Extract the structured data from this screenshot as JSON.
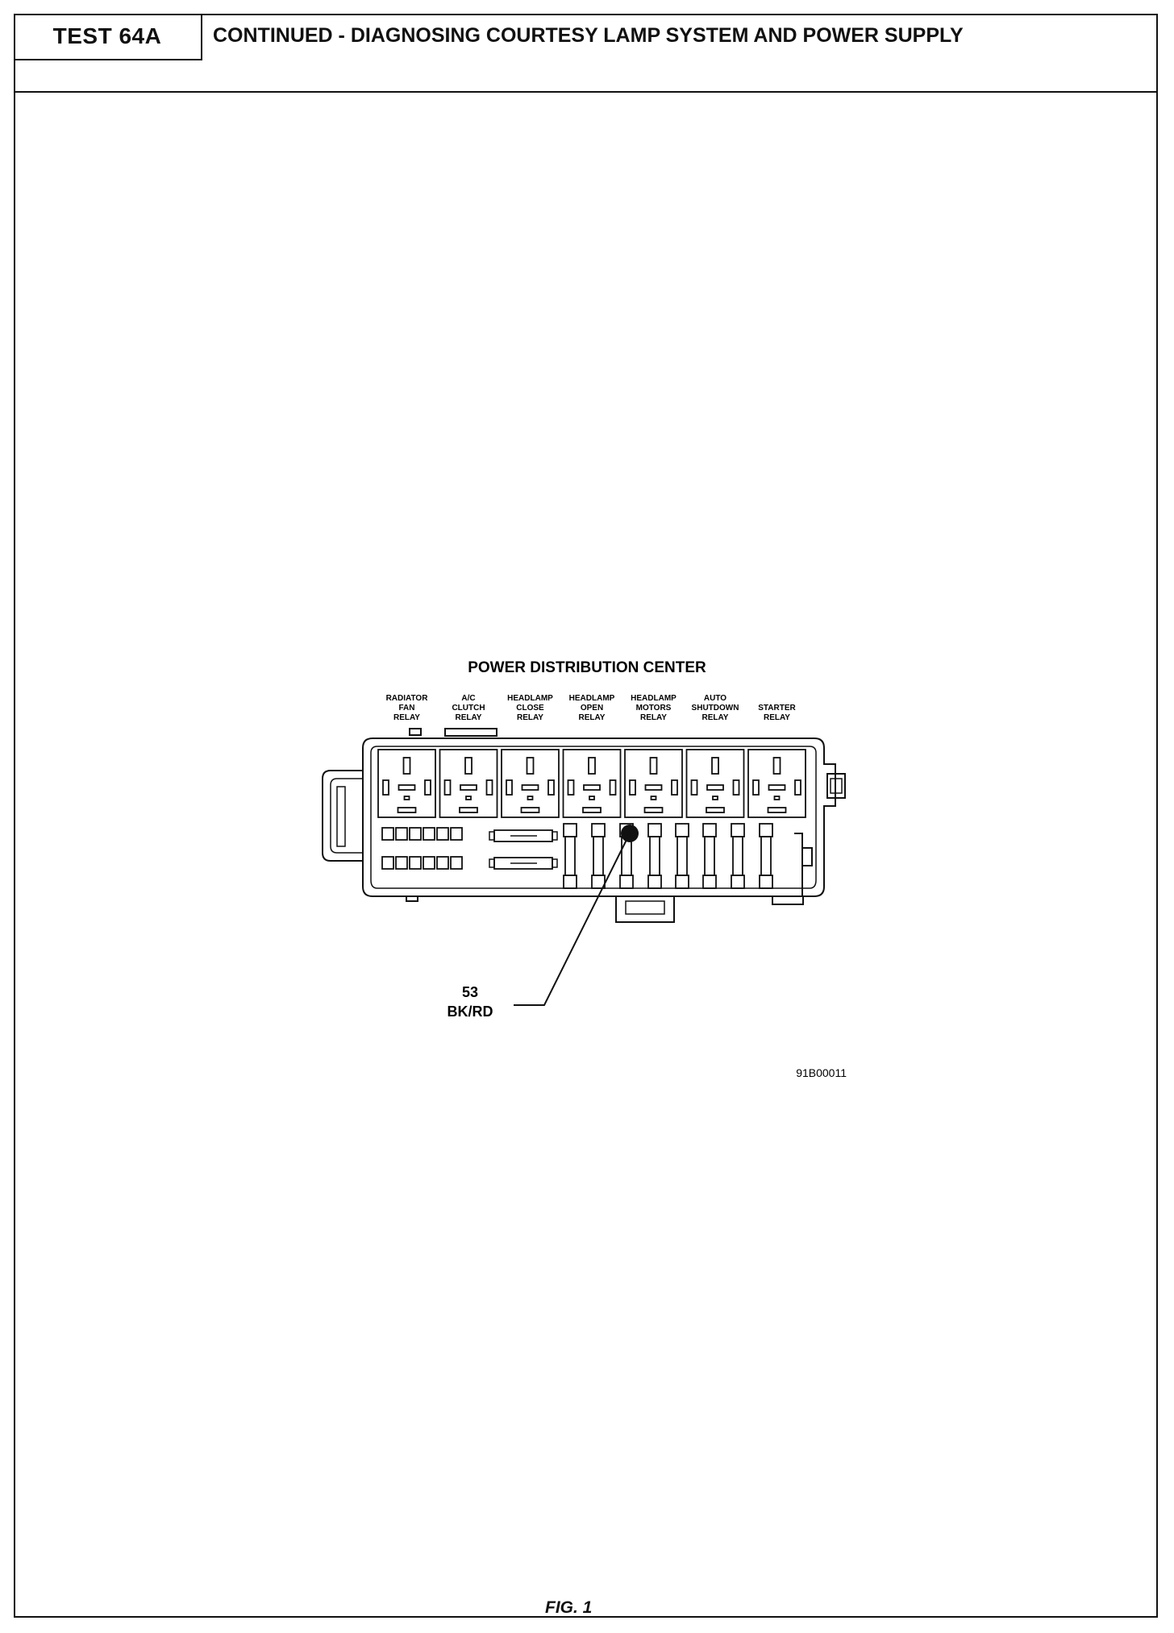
{
  "header": {
    "test_id": "TEST 64A",
    "title": "CONTINUED - DIAGNOSING COURTESY LAMP SYSTEM AND POWER SUPPLY"
  },
  "diagram": {
    "title": "POWER DISTRIBUTION CENTER",
    "relays": [
      {
        "lines": [
          "RADIATOR",
          "FAN",
          "RELAY"
        ]
      },
      {
        "lines": [
          "A/C",
          "CLUTCH",
          "RELAY"
        ]
      },
      {
        "lines": [
          "HEADLAMP",
          "CLOSE",
          "RELAY"
        ]
      },
      {
        "lines": [
          "HEADLAMP",
          "OPEN",
          "RELAY"
        ]
      },
      {
        "lines": [
          "HEADLAMP",
          "MOTORS",
          "RELAY"
        ]
      },
      {
        "lines": [
          "AUTO",
          "SHUTDOWN",
          "RELAY"
        ]
      },
      {
        "lines": [
          "STARTER",
          "RELAY"
        ]
      }
    ],
    "callout": {
      "circuit": "53",
      "color": "BK/RD"
    },
    "figure_code": "91B00011"
  },
  "figure_label": "FIG. 1"
}
